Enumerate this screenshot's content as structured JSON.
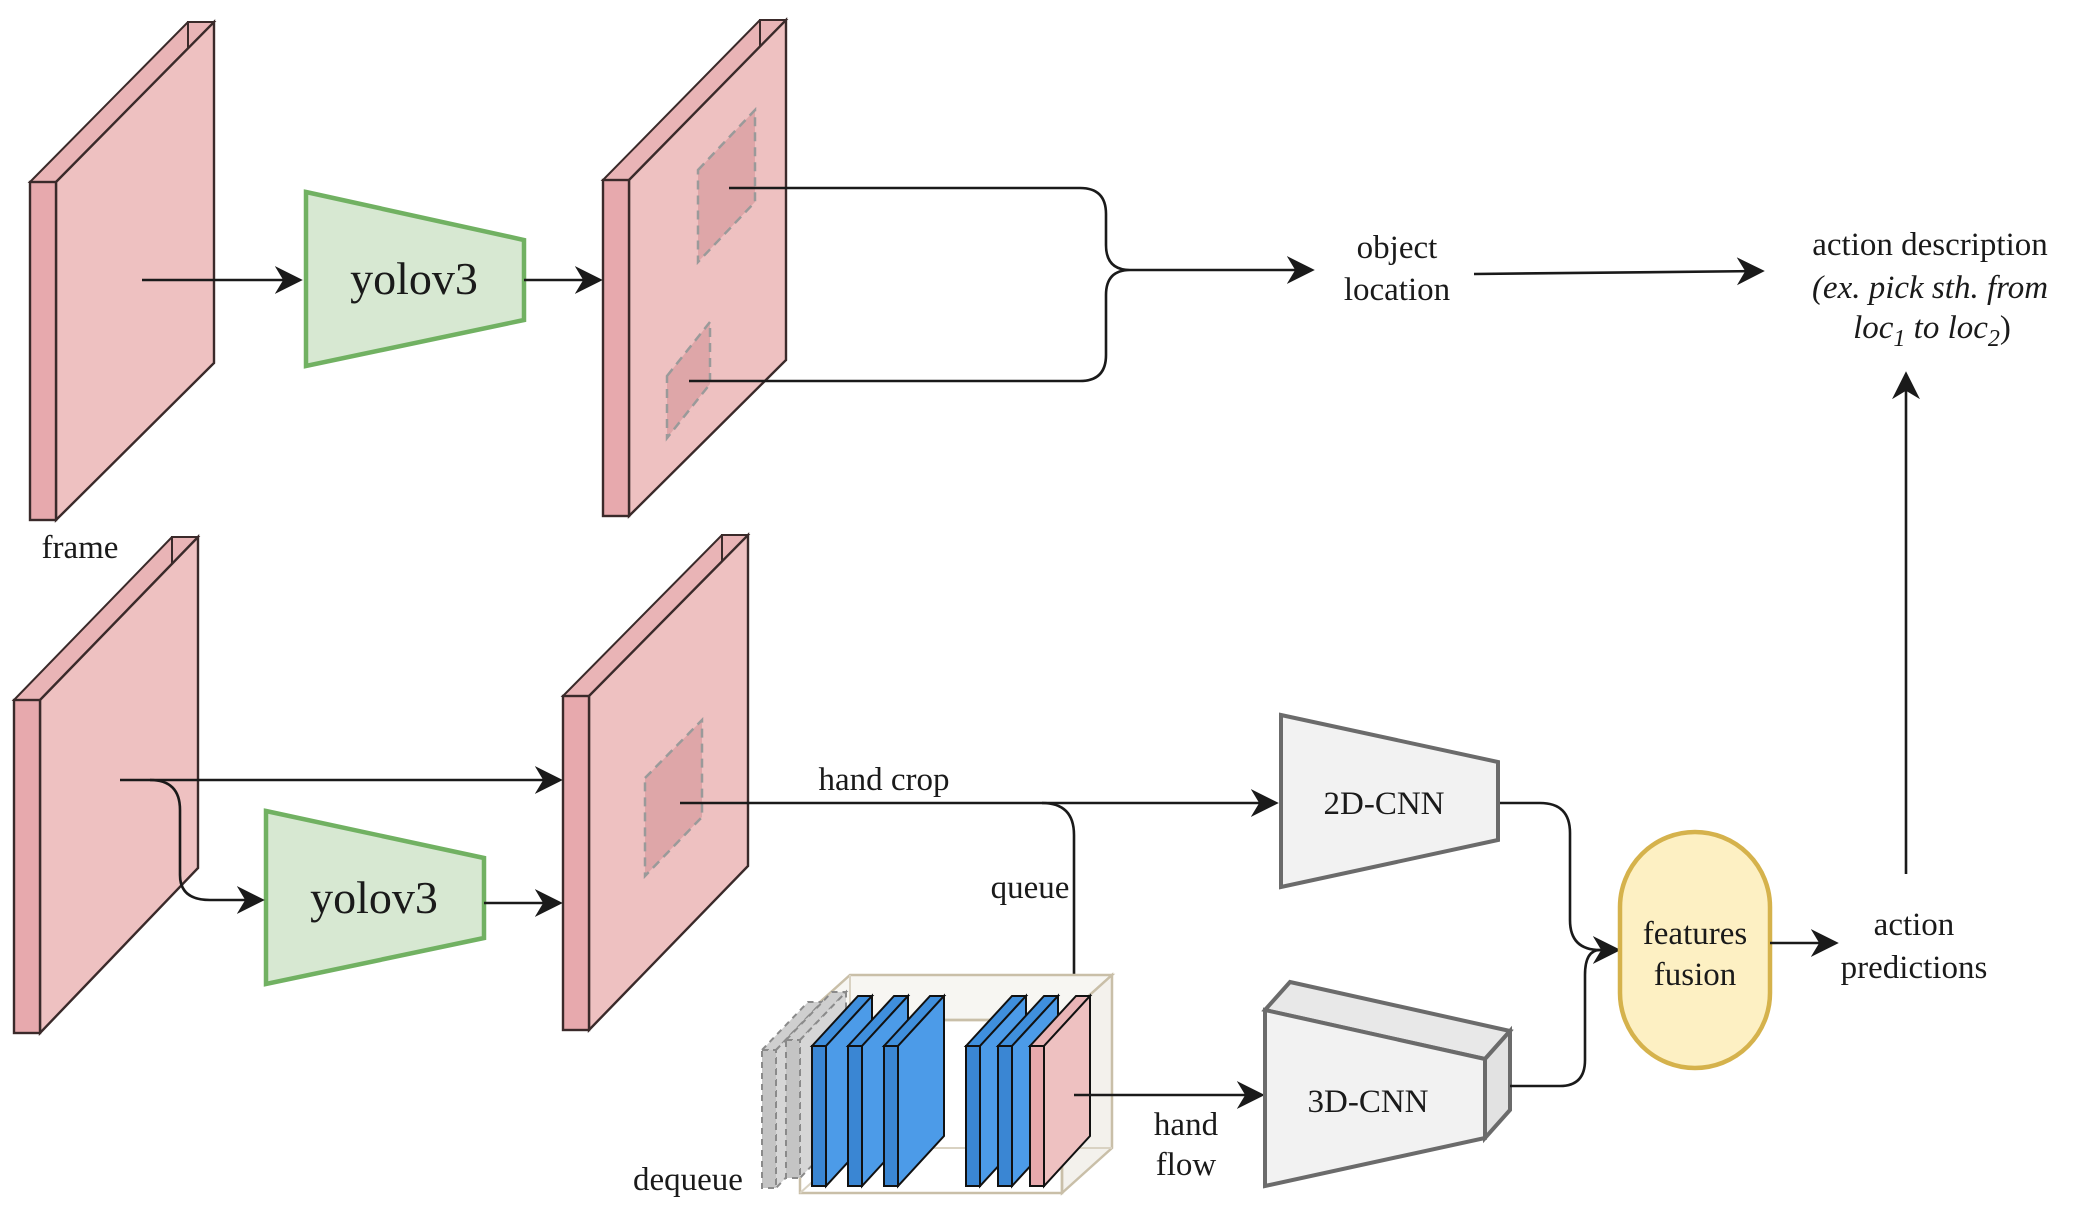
{
  "labels": {
    "frame": "frame",
    "yolo_top": "yolov3",
    "yolo_bottom": "yolov3",
    "object_line1": "object",
    "object_line2": "location",
    "action_desc_line1": "action description",
    "action_desc_line2": "(ex. pick sth. from",
    "loc_a": "loc",
    "loc_a_sub": "1",
    "loc_mid": " to ",
    "loc_b": "loc",
    "loc_b_sub": "2",
    "loc_close": ")",
    "hand_crop": "hand crop",
    "queue": "queue",
    "dequeue": "dequeue",
    "hand_flow_line1": "hand",
    "hand_flow_line2": "flow",
    "cnn2d": "2D-CNN",
    "cnn3d": "3D-CNN",
    "fusion_line1": "features",
    "fusion_line2": "fusion",
    "pred_line1": "action",
    "pred_line2": "predictions"
  },
  "colors": {
    "frame_fill": "#eec1c1",
    "frame_edge": "#a8505a",
    "yolo_fill": "#d7e8d2",
    "yolo_stroke": "#71b162",
    "cnn_fill": "#f2f2f2",
    "cnn_stroke": "#6b6b6b",
    "fusion_fill": "#fdf0c3",
    "fusion_stroke": "#d5b24c",
    "queue_blue": "#4c9be8",
    "queue_edge": "#1a1a1a",
    "box_stroke": "#9e9e9e"
  }
}
